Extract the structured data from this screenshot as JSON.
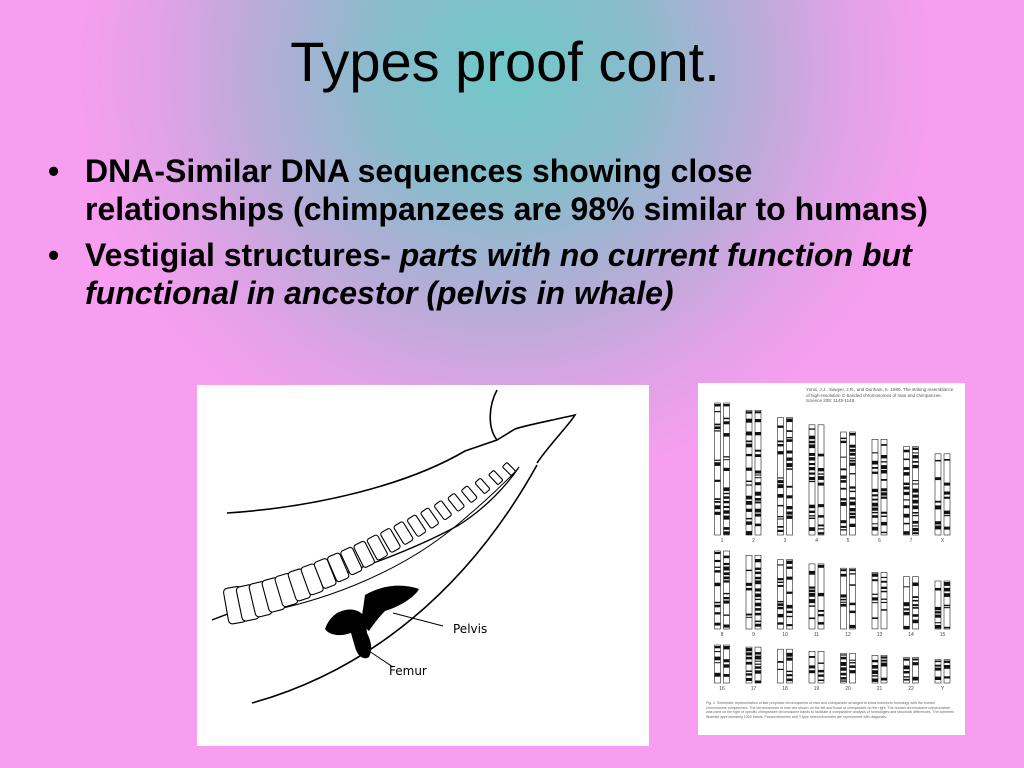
{
  "slide": {
    "title": "Types proof cont.",
    "bullets": [
      {
        "bold": "DNA-Similar DNA sequences showing close relationships (chimpanzees are 98% similar to humans)",
        "italic": ""
      },
      {
        "bold": "Vestigial structures- ",
        "italic": "parts with no current function but functional in ancestor (pelvis in whale)"
      }
    ],
    "bullet_symbol": "•"
  },
  "whale_image": {
    "label_pelvis": "Pelvis",
    "label_femur": "Femur"
  },
  "karyotype_image": {
    "caption_top": "Yunis, J.J., Sawyer, J.R., and Dunham, K. 1980. The striking resemblance of high-resolution G-banded chromosomes of man and chimpanzee. Science 208: 1145-1148.",
    "caption_bottom": "Fig. 2. Schematic representation of late prophase chromosomes of man and chimpanzee arranged to show maximum homology with the human chromosome complement. The chromosomes of man are shown on the left and those of chimpanzee on the right. The human chromosome nomenclature was used on the right of specific chimpanzee chromosome bands to facilitate a comparative analysis of homologies and structural differences. The schemes illustrate approximately 1000 bands. Paracentromeric and Y-type heterochromatin are represented with diagonals.",
    "row_labels": [
      [
        "1",
        "2",
        "3",
        "4",
        "5",
        "6",
        "7",
        "X"
      ],
      [
        "8",
        "9",
        "10",
        "11",
        "12",
        "13",
        "14",
        "15"
      ],
      [
        "16",
        "17",
        "18",
        "19",
        "20",
        "21",
        "22",
        "Y"
      ]
    ]
  }
}
